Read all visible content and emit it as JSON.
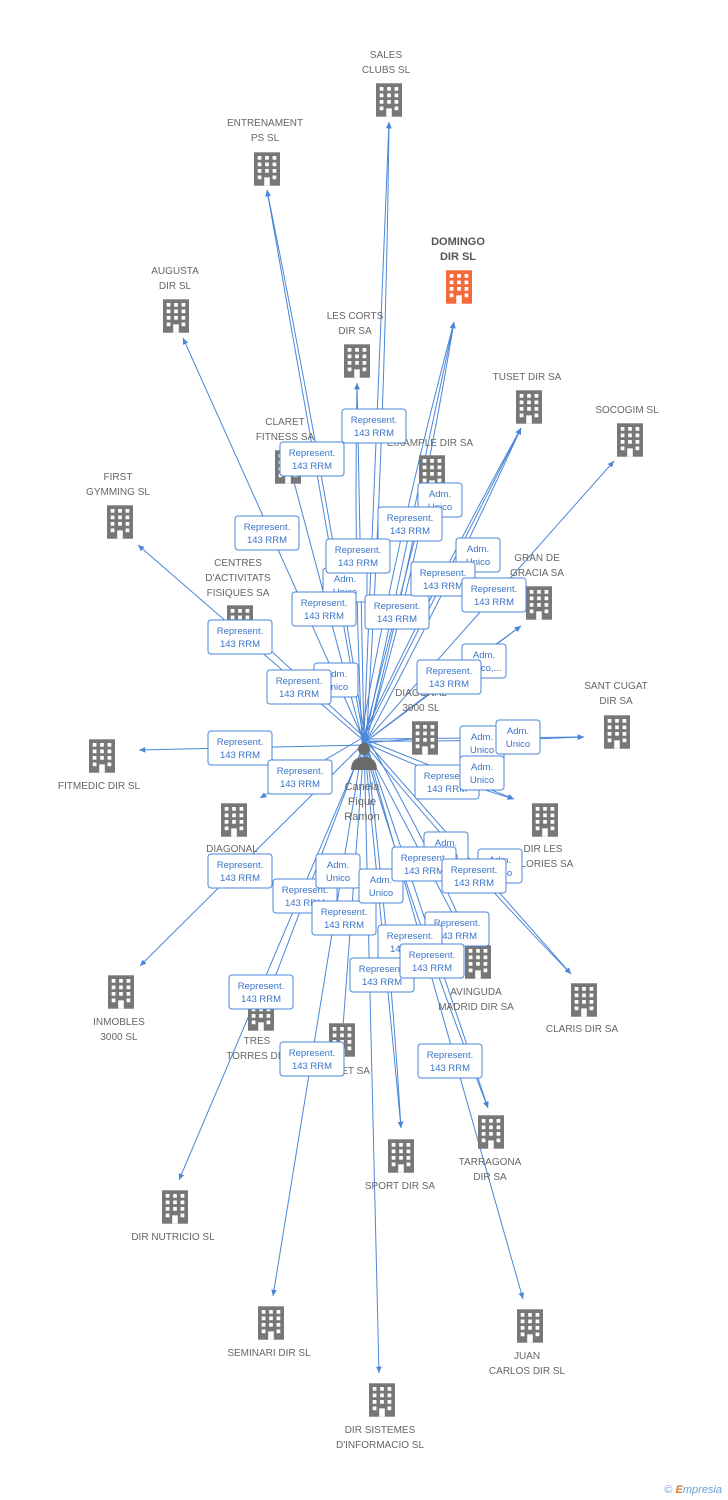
{
  "diagram": {
    "person": {
      "label": [
        "Canela",
        "Pique",
        "Ramon"
      ],
      "icon": "person-icon"
    },
    "highlight_color": "#f4693a",
    "node_color": "#777777",
    "edge_color": "#4a86d8",
    "companies": [
      {
        "id": "sales_clubs",
        "label": [
          "SALES",
          "CLUBS SL"
        ]
      },
      {
        "id": "entrenament",
        "label": [
          "ENTRENAMENT",
          "PS SL"
        ]
      },
      {
        "id": "domingo",
        "label": [
          "DOMINGO",
          "DIR SL"
        ],
        "highlight": true
      },
      {
        "id": "augusta",
        "label": [
          "AUGUSTA",
          "DIR SL"
        ]
      },
      {
        "id": "les_corts",
        "label": [
          "LES CORTS",
          "DIR SA"
        ]
      },
      {
        "id": "tuset",
        "label": [
          "TUSET DIR SA"
        ]
      },
      {
        "id": "socogim",
        "label": [
          "SOCOGIM SL"
        ]
      },
      {
        "id": "claret",
        "label": [
          "CLARET",
          "FITNESS SA"
        ]
      },
      {
        "id": "eixample",
        "label": [
          "EIXAMPLE DIR SA"
        ]
      },
      {
        "id": "first_gymming",
        "label": [
          "FIRST",
          "GYMMING SL"
        ]
      },
      {
        "id": "gran_gracia",
        "label": [
          "GRAN DE",
          "GRACIA SA"
        ]
      },
      {
        "id": "centres",
        "label": [
          "CENTRES",
          "D'ACTIVITATS",
          "FISIQUES SA"
        ]
      },
      {
        "id": "sant_cugat",
        "label": [
          "SANT CUGAT",
          "DIR SA"
        ]
      },
      {
        "id": "diagonal_3000",
        "label": [
          "DIAGONAL",
          "3000  SL"
        ]
      },
      {
        "id": "fitmedic",
        "label": [
          "FITMEDIC DIR SL"
        ]
      },
      {
        "id": "diagonal",
        "label": [
          "DIAGONAL"
        ]
      },
      {
        "id": "dir_glories",
        "label": [
          "DIR LES",
          "GLORIES SA"
        ]
      },
      {
        "id": "inmobles",
        "label": [
          "INMOBLES",
          "3000  SL"
        ]
      },
      {
        "id": "avinguda",
        "label": [
          "AVINGUDA",
          "MADRID DIR SA"
        ]
      },
      {
        "id": "claris",
        "label": [
          "CLARIS DIR SA"
        ]
      },
      {
        "id": "tres_torres",
        "label": [
          "TRES",
          "TORRES DIR"
        ]
      },
      {
        "id": "dir_net",
        "label": [
          "DIR NET SA"
        ]
      },
      {
        "id": "tarragona",
        "label": [
          "TARRAGONA",
          "DIR SA"
        ]
      },
      {
        "id": "sport",
        "label": [
          "SPORT DIR SA"
        ]
      },
      {
        "id": "dir_nutricio",
        "label": [
          "DIR NUTRICIO SL"
        ]
      },
      {
        "id": "seminari",
        "label": [
          "SEMINARI DIR SL"
        ]
      },
      {
        "id": "juan_carlos",
        "label": [
          "JUAN",
          "CARLOS DIR SL"
        ]
      },
      {
        "id": "dir_sistemes",
        "label": [
          "DIR SISTEMES",
          "D'INFORMACIO SL"
        ]
      }
    ],
    "edge_labels": [
      [
        "Represent.",
        "143 RRM"
      ],
      [
        "Represent.",
        "143 RRM"
      ],
      [
        "Adm.",
        "Unico"
      ],
      [
        "Represent.",
        "143 RRM"
      ],
      [
        "Represent.",
        "143 RRM"
      ],
      [
        "Adm.",
        "Unico"
      ],
      [
        "Represent.",
        "143 RRM"
      ],
      [
        "Adm.",
        "Unico"
      ],
      [
        "Represent.",
        "143 RRM"
      ],
      [
        "Represent.",
        "143 RRM"
      ],
      [
        "Represent.",
        "143 RRM"
      ],
      [
        "Represent.",
        "143 RRM"
      ],
      [
        "Represent.",
        "143 RRM"
      ],
      [
        "Adm.",
        "Unico,..."
      ],
      [
        "Adm.",
        "Unico"
      ],
      [
        "Represent.",
        "143 RRM"
      ],
      [
        "Represent.",
        "143 RRM"
      ],
      [
        "Represent.",
        "143 RRM"
      ],
      [
        "Adm.",
        "Unico"
      ],
      [
        "Represent.",
        "143 RRM"
      ],
      [
        "Adm.",
        "Unico"
      ],
      [
        "Represent.",
        "143 RRM"
      ],
      [
        "Adm.",
        "Unico"
      ],
      [
        "Adm.",
        "Unico"
      ],
      [
        "Represent.",
        "143 RRM"
      ],
      [
        "Represent.",
        "143 RRM"
      ],
      [
        "Represent.",
        "143 RRM"
      ],
      [
        "Adm.",
        "Unico"
      ],
      [
        "Adm.",
        "Unico"
      ],
      [
        "Represent.",
        "143 RRM"
      ],
      [
        "Adm.",
        "Unico"
      ],
      [
        "Represent.",
        "143 RRM"
      ],
      [
        "Represent.",
        "143 RRM"
      ],
      [
        "Represent.",
        "143 RRM"
      ],
      [
        "Represent.",
        "143 RRM"
      ],
      [
        "Represent.",
        "143 RRM"
      ],
      [
        "Represent.",
        "143 RRM"
      ],
      [
        "Represent.",
        "143 RRM"
      ],
      [
        "Represent.",
        "143 RRM"
      ]
    ]
  },
  "footer": {
    "copyright": "©",
    "brand_first": "E",
    "brand_rest": "mpresia"
  }
}
